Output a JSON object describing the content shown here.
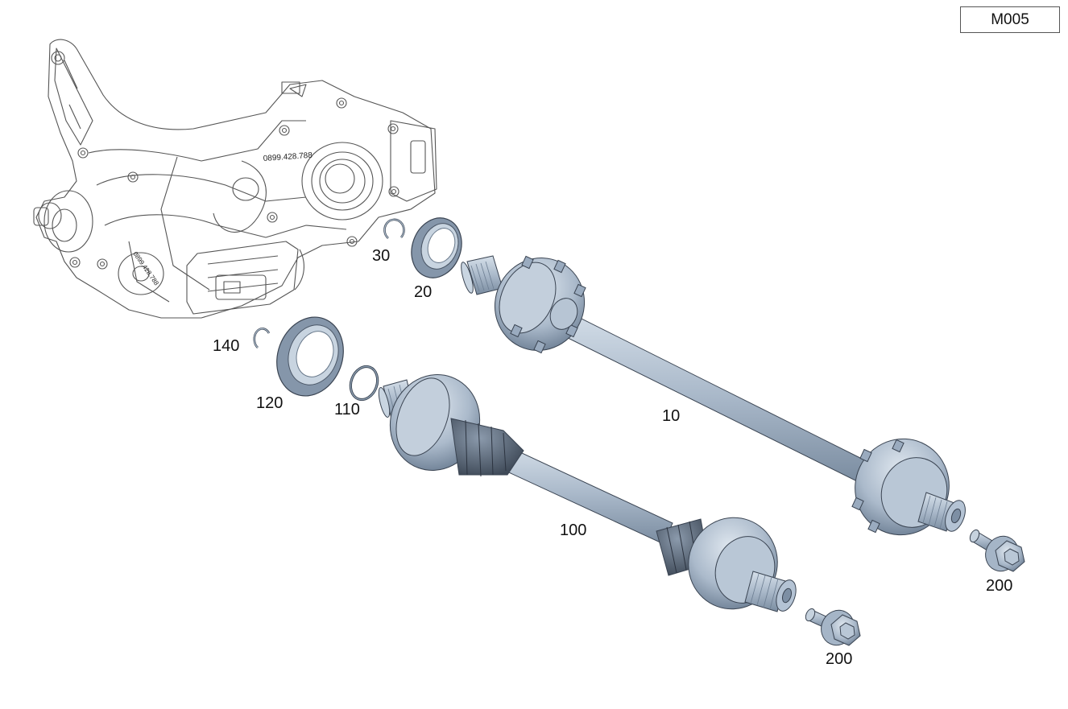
{
  "reference_code": "M005",
  "engraving": "0899.428.788",
  "callouts": {
    "c10": "10",
    "c20": "20",
    "c30": "30",
    "c100": "100",
    "c110": "110",
    "c120": "120",
    "c140": "140",
    "c200a": "200",
    "c200b": "200"
  },
  "colors": {
    "part_fill": "#b4c3d4",
    "part_dark": "#7d8fa4",
    "outline": "#3a4452",
    "housing_line": "#555555"
  }
}
